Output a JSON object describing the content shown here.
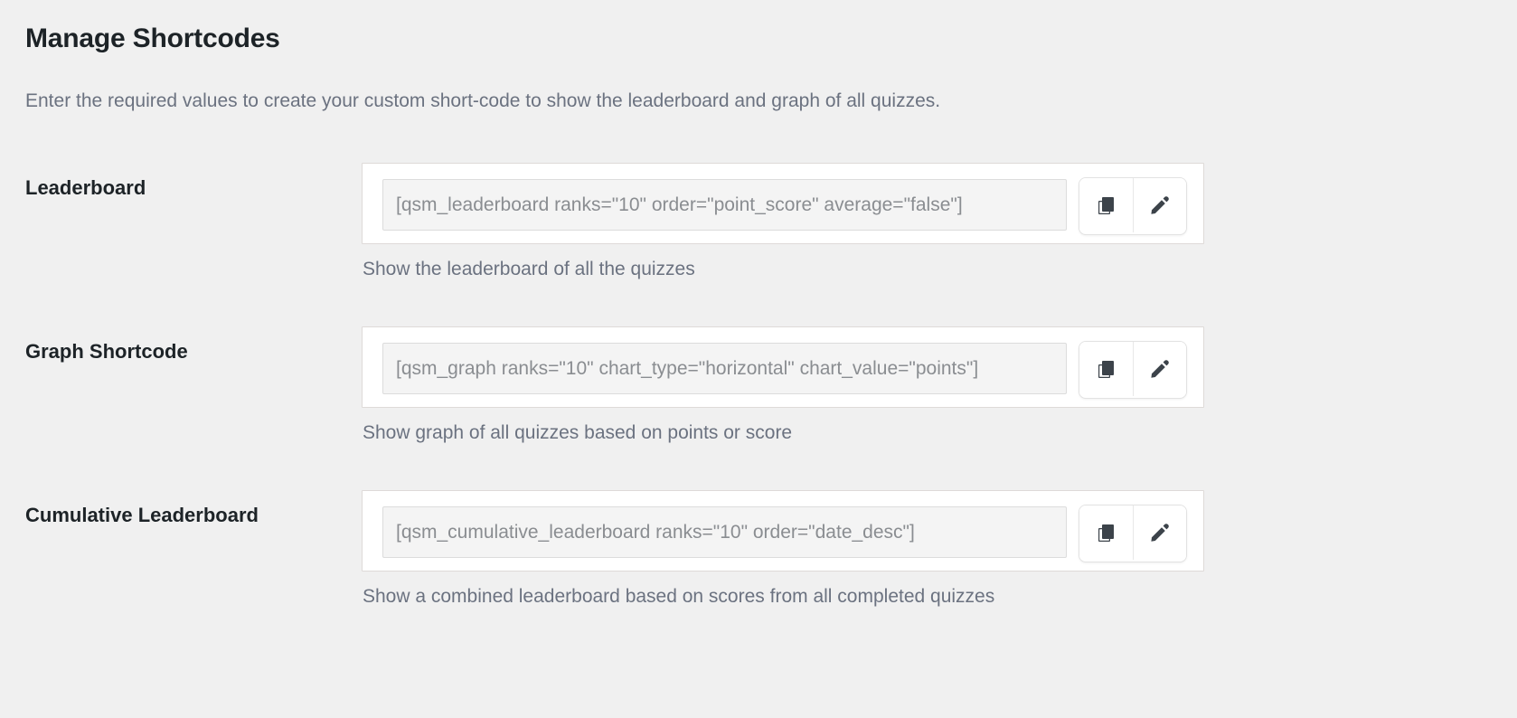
{
  "header": {
    "title": "Manage Shortcodes",
    "description": "Enter the required values to create your custom short-code to show the leaderboard and graph of all quizzes."
  },
  "icons": {
    "copy": "copy-icon",
    "edit": "pencil-icon"
  },
  "colors": {
    "page_background": "#f0f0f0",
    "card_background": "#ffffff",
    "title_text": "#1d2327",
    "muted_text": "#6b7280",
    "input_background": "#f4f4f4",
    "input_text": "#8a8d91",
    "icon": "#3c434a",
    "border": "#dedad8"
  },
  "rows": [
    {
      "label": "Leaderboard",
      "shortcode": "[qsm_leaderboard ranks=\"10\" order=\"point_score\" average=\"false\"]",
      "helper": "Show the leaderboard of all the quizzes",
      "copy_label": "Copy shortcode",
      "edit_label": "Edit shortcode"
    },
    {
      "label": "Graph Shortcode",
      "shortcode": "[qsm_graph ranks=\"10\" chart_type=\"horizontal\" chart_value=\"points\"]",
      "helper": "Show graph of all quizzes based on points or score",
      "copy_label": "Copy shortcode",
      "edit_label": "Edit shortcode"
    },
    {
      "label": "Cumulative Leaderboard",
      "shortcode": "[qsm_cumulative_leaderboard ranks=\"10\" order=\"date_desc\"]",
      "helper": "Show a combined leaderboard based on scores from all completed quizzes",
      "copy_label": "Copy shortcode",
      "edit_label": "Edit shortcode"
    }
  ]
}
